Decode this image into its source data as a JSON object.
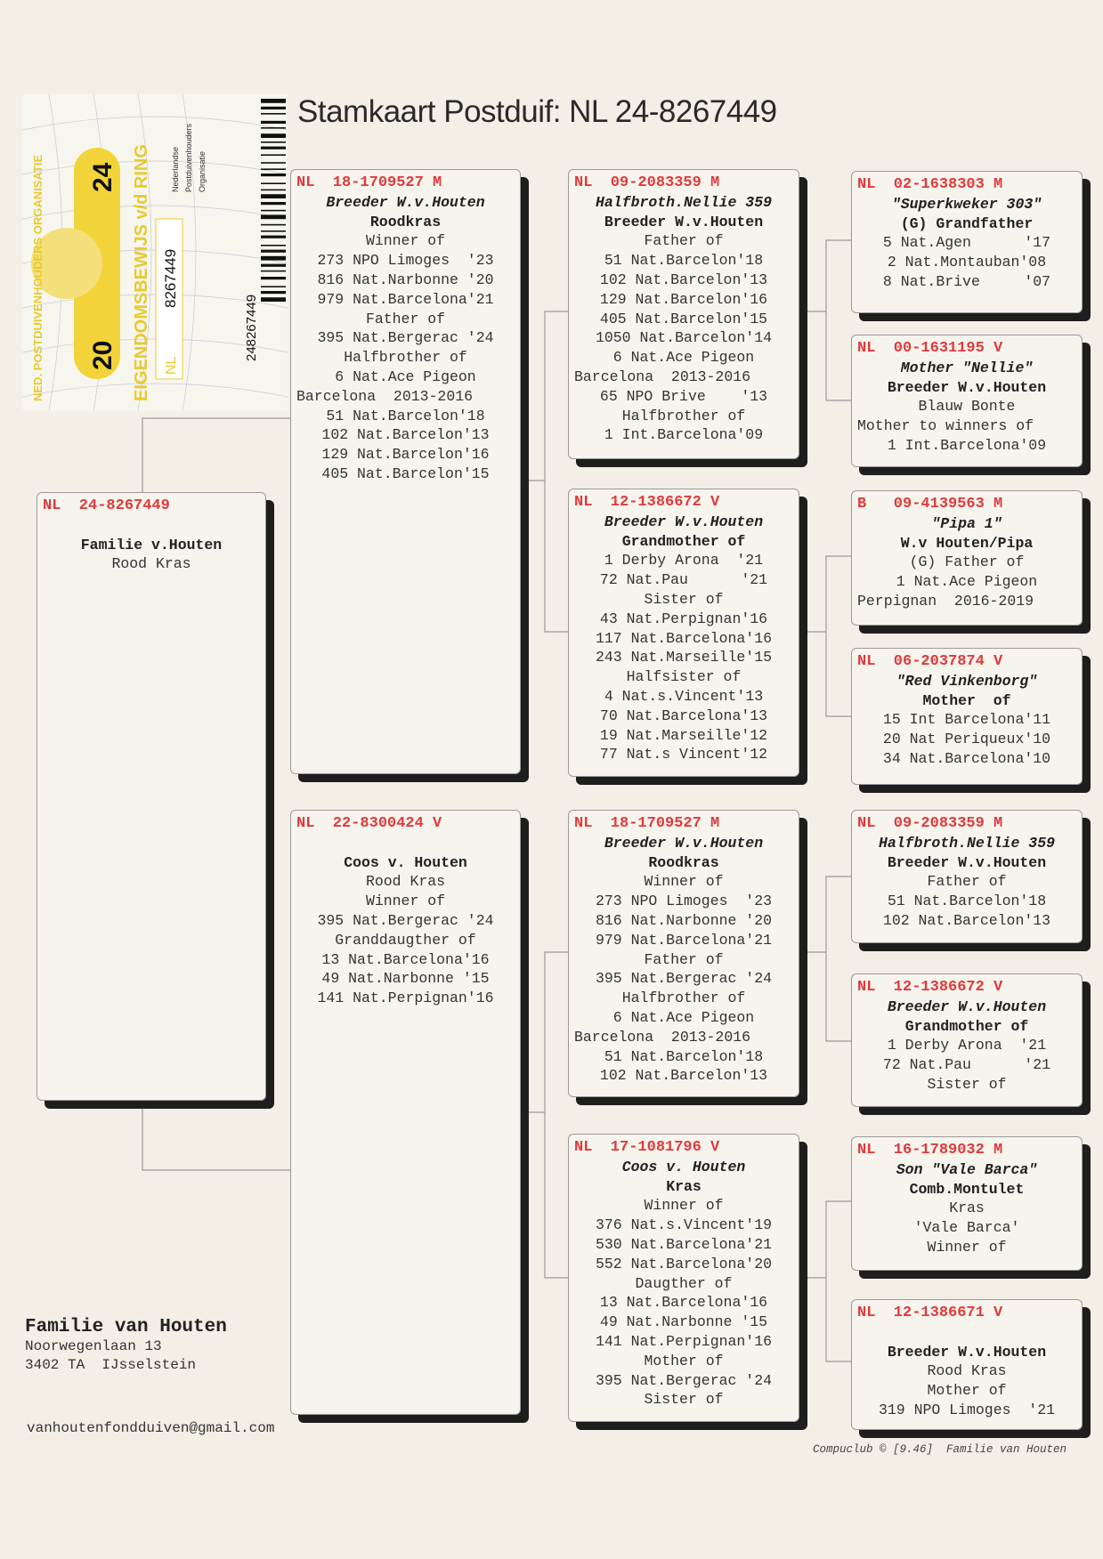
{
  "title": "Stamkaart Postduif: NL  24-8267449",
  "ring_card": {
    "org_text": "NED. POSTDUIVENHOUDERS ORGANISATIE",
    "doc_text": "EIGENDOMSBEWIJS v/d RING",
    "year_left": "20",
    "year_right": "24",
    "country": "NL",
    "ring_number": "8267449",
    "barcode_number": "248267449",
    "npo_lines": [
      "Nederlandse",
      "Postduivenhouders",
      "Organisatie"
    ]
  },
  "subject": {
    "ring": "NL  24-8267449",
    "lines": [
      {
        "t": "",
        "s": ""
      },
      {
        "t": "Familie v.Houten",
        "s": "b"
      },
      {
        "t": "Rood Kras",
        "s": ""
      }
    ]
  },
  "parents": [
    {
      "ring": "NL  18-1709527 M",
      "lines": [
        {
          "t": "Breeder W.v.Houten",
          "s": "bi"
        },
        {
          "t": "Roodkras",
          "s": "b"
        },
        {
          "t": "Winner of",
          "s": ""
        },
        {
          "t": "273 NPO Limoges  '23",
          "s": ""
        },
        {
          "t": "816 Nat.Narbonne '20",
          "s": ""
        },
        {
          "t": "979 Nat.Barcelona'21",
          "s": ""
        },
        {
          "t": "Father of",
          "s": ""
        },
        {
          "t": "395 Nat.Bergerac '24",
          "s": ""
        },
        {
          "t": "Halfbrother of",
          "s": ""
        },
        {
          "t": "6 Nat.Ace Pigeon",
          "s": ""
        },
        {
          "t": "Barcelona  2013-2016",
          "s": ""
        },
        {
          "t": "51 Nat.Barcelon'18",
          "s": ""
        },
        {
          "t": "102 Nat.Barcelon'13",
          "s": ""
        },
        {
          "t": "129 Nat.Barcelon'16",
          "s": ""
        },
        {
          "t": "405 Nat.Barcelon'15",
          "s": ""
        }
      ]
    },
    {
      "ring": "NL  22-8300424 V",
      "lines": [
        {
          "t": "",
          "s": ""
        },
        {
          "t": "Coos v. Houten",
          "s": "b"
        },
        {
          "t": "Rood Kras",
          "s": ""
        },
        {
          "t": "Winner of",
          "s": ""
        },
        {
          "t": "395 Nat.Bergerac '24",
          "s": ""
        },
        {
          "t": "Granddaugther of",
          "s": ""
        },
        {
          "t": "13 Nat.Barcelona'16",
          "s": ""
        },
        {
          "t": "49 Nat.Narbonne '15",
          "s": ""
        },
        {
          "t": "141 Nat.Perpignan'16",
          "s": ""
        }
      ]
    }
  ],
  "grandparents": [
    {
      "ring": "NL  09-2083359 M",
      "lines": [
        {
          "t": "Halfbroth.Nellie 359",
          "s": "bi"
        },
        {
          "t": "Breeder W.v.Houten",
          "s": "b"
        },
        {
          "t": "Father of",
          "s": ""
        },
        {
          "t": "51 Nat.Barcelon'18",
          "s": ""
        },
        {
          "t": "102 Nat.Barcelon'13",
          "s": ""
        },
        {
          "t": "129 Nat.Barcelon'16",
          "s": ""
        },
        {
          "t": "405 Nat.Barcelon'15",
          "s": ""
        },
        {
          "t": "1050 Nat.Barcelon'14",
          "s": ""
        },
        {
          "t": "6 Nat.Ace Pigeon",
          "s": ""
        },
        {
          "t": "Barcelona  2013-2016",
          "s": ""
        },
        {
          "t": "65 NPO Brive    '13",
          "s": ""
        },
        {
          "t": "Halfbrother of",
          "s": ""
        },
        {
          "t": "1 Int.Barcelona'09",
          "s": ""
        }
      ]
    },
    {
      "ring": "NL  12-1386672 V",
      "lines": [
        {
          "t": "Breeder W.v.Houten",
          "s": "bi"
        },
        {
          "t": "Grandmother of",
          "s": "b"
        },
        {
          "t": "1 Derby Arona  '21",
          "s": ""
        },
        {
          "t": "72 Nat.Pau      '21",
          "s": ""
        },
        {
          "t": "Sister of",
          "s": ""
        },
        {
          "t": "43 Nat.Perpignan'16",
          "s": ""
        },
        {
          "t": "117 Nat.Barcelona'16",
          "s": ""
        },
        {
          "t": "243 Nat.Marseille'15",
          "s": ""
        },
        {
          "t": "Halfsister of",
          "s": ""
        },
        {
          "t": "4 Nat.s.Vincent'13",
          "s": ""
        },
        {
          "t": "70 Nat.Barcelona'13",
          "s": ""
        },
        {
          "t": "19 Nat.Marseille'12",
          "s": ""
        },
        {
          "t": "77 Nat.s Vincent'12",
          "s": ""
        }
      ]
    },
    {
      "ring": "NL  18-1709527 M",
      "lines": [
        {
          "t": "Breeder W.v.Houten",
          "s": "bi"
        },
        {
          "t": "Roodkras",
          "s": "b"
        },
        {
          "t": "Winner of",
          "s": ""
        },
        {
          "t": "273 NPO Limoges  '23",
          "s": ""
        },
        {
          "t": "816 Nat.Narbonne '20",
          "s": ""
        },
        {
          "t": "979 Nat.Barcelona'21",
          "s": ""
        },
        {
          "t": "Father of",
          "s": ""
        },
        {
          "t": "395 Nat.Bergerac '24",
          "s": ""
        },
        {
          "t": "Halfbrother of",
          "s": ""
        },
        {
          "t": "6 Nat.Ace Pigeon",
          "s": ""
        },
        {
          "t": "Barcelona  2013-2016",
          "s": ""
        },
        {
          "t": "51 Nat.Barcelon'18",
          "s": ""
        },
        {
          "t": "102 Nat.Barcelon'13",
          "s": ""
        }
      ]
    },
    {
      "ring": "NL  17-1081796 V",
      "lines": [
        {
          "t": "Coos v. Houten",
          "s": "bi"
        },
        {
          "t": "Kras",
          "s": "b"
        },
        {
          "t": "Winner of",
          "s": ""
        },
        {
          "t": "376 Nat.s.Vincent'19",
          "s": ""
        },
        {
          "t": "530 Nat.Barcelona'21",
          "s": ""
        },
        {
          "t": "552 Nat.Barcelona'20",
          "s": ""
        },
        {
          "t": "Daugther of",
          "s": ""
        },
        {
          "t": "13 Nat.Barcelona'16",
          "s": ""
        },
        {
          "t": "49 Nat.Narbonne '15",
          "s": ""
        },
        {
          "t": "141 Nat.Perpignan'16",
          "s": ""
        },
        {
          "t": "Mother of",
          "s": ""
        },
        {
          "t": "395 Nat.Bergerac '24",
          "s": ""
        },
        {
          "t": "Sister of",
          "s": ""
        }
      ]
    }
  ],
  "great_grandparents": [
    {
      "ring": "NL  02-1638303 M",
      "lines": [
        {
          "t": "\"Superkweker 303\"",
          "s": "bi"
        },
        {
          "t": "(G) Grandfather",
          "s": "b"
        },
        {
          "t": "5 Nat.Agen      '17",
          "s": ""
        },
        {
          "t": "2 Nat.Montauban'08",
          "s": ""
        },
        {
          "t": "8 Nat.Brive     '07",
          "s": ""
        }
      ]
    },
    {
      "ring": "NL  00-1631195 V",
      "lines": [
        {
          "t": "Mother \"Nellie\"",
          "s": "bi"
        },
        {
          "t": "Breeder W.v.Houten",
          "s": "b"
        },
        {
          "t": "Blauw Bonte",
          "s": ""
        },
        {
          "t": "Mother to winners of",
          "s": ""
        },
        {
          "t": "1 Int.Barcelona'09",
          "s": ""
        }
      ]
    },
    {
      "ring": "B   09-4139563 M",
      "lines": [
        {
          "t": "\"Pipa 1\"",
          "s": "bi"
        },
        {
          "t": "W.v Houten/Pipa",
          "s": "b"
        },
        {
          "t": "(G) Father of",
          "s": ""
        },
        {
          "t": "1 Nat.Ace Pigeon",
          "s": ""
        },
        {
          "t": "Perpignan  2016-2019",
          "s": ""
        }
      ]
    },
    {
      "ring": "NL  06-2037874 V",
      "lines": [
        {
          "t": "\"Red Vinkenborg\"",
          "s": "bi"
        },
        {
          "t": "Mother  of",
          "s": "b"
        },
        {
          "t": "15 Int Barcelona'11",
          "s": ""
        },
        {
          "t": "20 Nat Periqueux'10",
          "s": ""
        },
        {
          "t": "34 Nat.Barcelona'10",
          "s": ""
        }
      ]
    },
    {
      "ring": "NL  09-2083359 M",
      "lines": [
        {
          "t": "Halfbroth.Nellie 359",
          "s": "bi"
        },
        {
          "t": "Breeder W.v.Houten",
          "s": "b"
        },
        {
          "t": "Father of",
          "s": ""
        },
        {
          "t": "51 Nat.Barcelon'18",
          "s": ""
        },
        {
          "t": "102 Nat.Barcelon'13",
          "s": ""
        }
      ]
    },
    {
      "ring": "NL  12-1386672 V",
      "lines": [
        {
          "t": "Breeder W.v.Houten",
          "s": "bi"
        },
        {
          "t": "Grandmother of",
          "s": "b"
        },
        {
          "t": "1 Derby Arona  '21",
          "s": ""
        },
        {
          "t": "72 Nat.Pau      '21",
          "s": ""
        },
        {
          "t": "Sister of",
          "s": ""
        }
      ]
    },
    {
      "ring": "NL  16-1789032 M",
      "lines": [
        {
          "t": "Son \"Vale Barca\"",
          "s": "bi"
        },
        {
          "t": "Comb.Montulet",
          "s": "b"
        },
        {
          "t": "Kras",
          "s": ""
        },
        {
          "t": "'Vale Barca'",
          "s": ""
        },
        {
          "t": "Winner of",
          "s": ""
        }
      ]
    },
    {
      "ring": "NL  12-1386671 V",
      "lines": [
        {
          "t": "",
          "s": ""
        },
        {
          "t": "Breeder W.v.Houten",
          "s": "b"
        },
        {
          "t": "Rood Kras",
          "s": ""
        },
        {
          "t": "Mother of",
          "s": ""
        },
        {
          "t": "319 NPO Limoges  '21",
          "s": ""
        }
      ]
    }
  ],
  "owner": {
    "name": "Familie van Houten",
    "address": "Noorwegenlaan 13",
    "city": "3402 TA  IJsselstein",
    "email": "vanhoutenfondduiven@gmail.com"
  },
  "footer": "Compuclub © [9.46]  Familie van Houten",
  "colors": {
    "ring_red": "#e03a3a",
    "card_yellow": "#f2d43a",
    "paper": "#f3efe7"
  }
}
